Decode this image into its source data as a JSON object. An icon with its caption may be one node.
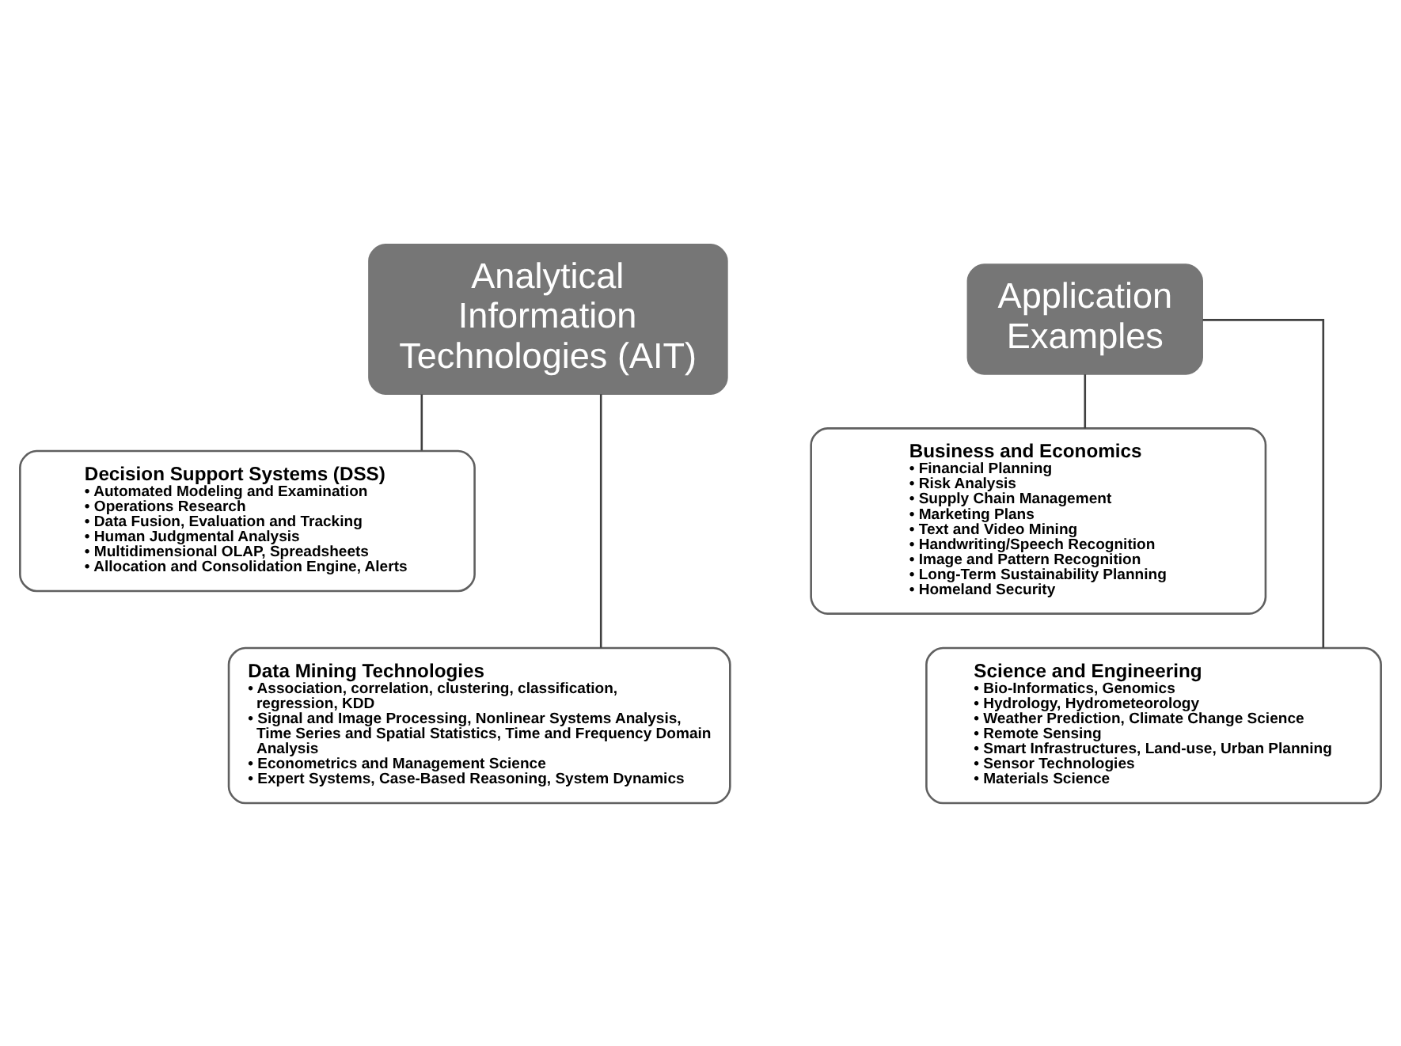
{
  "diagram": {
    "nodes": [
      {
        "text": [
          "Analytical Information Technologies (AIT)"
        ]
      },
      {
        "text": [
          "Decision Support Systems (DSS)",
          "• Automated Modeling and Examination",
          "• Operations Research",
          "• Data Fusion, Evaluation and Tracking",
          "• Human Judgmental Analysis",
          "• Multidimensional OLAP, Spreadsheets",
          "• Allocation and Consolidation Engine, Alerts"
        ]
      },
      {
        "text": [
          "Data Mining Technologies",
          "• Association, correlation, clustering, classification, regression, KDD",
          "• Signal and Image Processing, Nonlinear Systems Analysis, Time Series and Spatial Statistics, Time and Frequency Domain Analysis",
          "• Econometrics and Management Science",
          "• Expert Systems, Case-Based Reasoning, System Dynamics"
        ]
      },
      {
        "text": [
          "Application Examples"
        ]
      },
      {
        "text": [
          "Business and Economics",
          "• Financial Planning",
          "• Risk Analysis",
          "• Supply Chain Management",
          "• Marketing Plans",
          "• Text and Video Mining",
          "• Handwriting/Speech Recognition",
          "• Image and Pattern Recognition",
          "• Long-Term Sustainability Planning",
          "• Homeland Security"
        ]
      },
      {
        "text": [
          "Science and Engineering",
          "• Bio-Informatics, Genomics",
          "• Hydrology, Hydrometeorology",
          "• Weather Prediction, Climate Change Science",
          "• Remote Sensing",
          "• Smart Infrastructures, Land-use, Urban Planning",
          "• Sensor Technologies",
          "• Materials Science"
        ]
      }
    ],
    "edges": [
      {
        "from": 0,
        "to": 1,
        "arrow": "none"
      },
      {
        "from": 0,
        "to": 2,
        "arrow": "none"
      },
      {
        "from": 3,
        "to": 4,
        "arrow": "none"
      },
      {
        "from": 3,
        "to": 5,
        "arrow": "none"
      }
    ]
  }
}
